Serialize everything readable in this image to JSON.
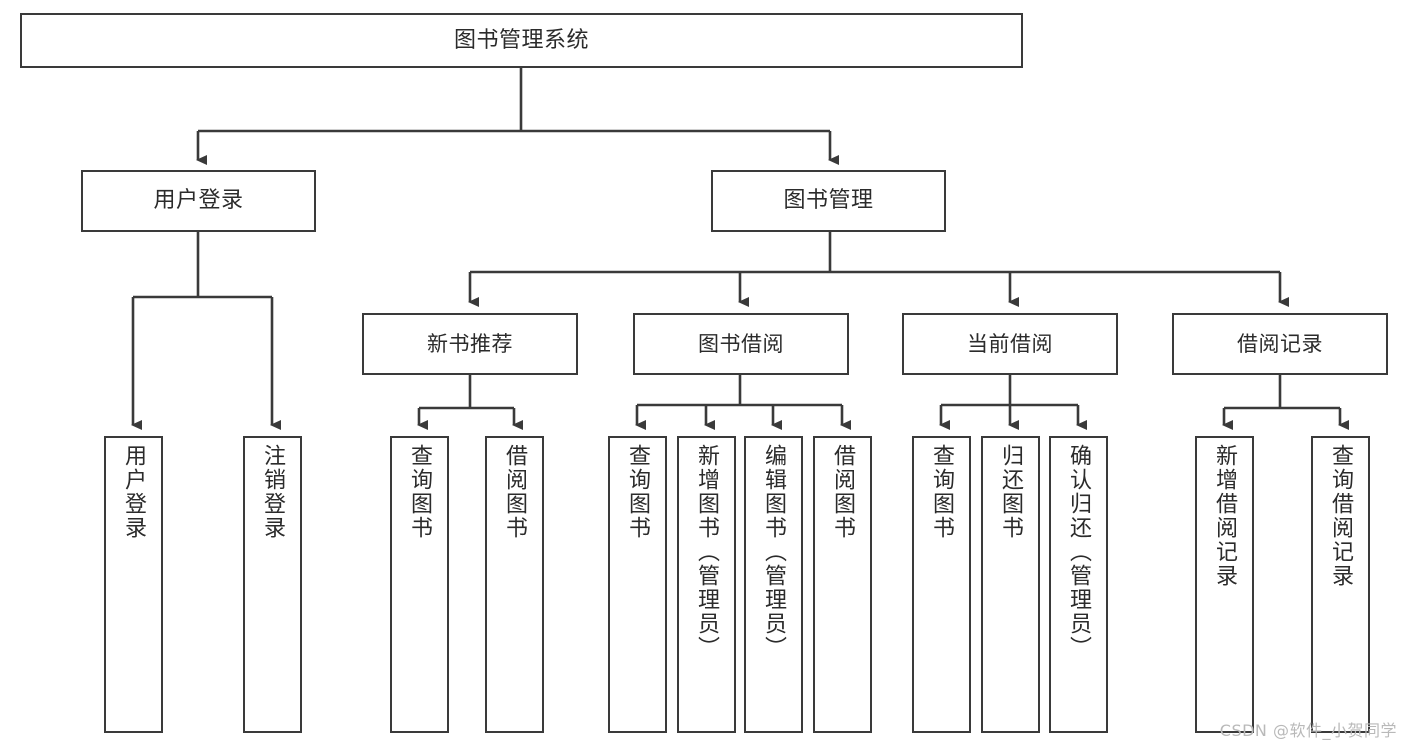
{
  "diagram": {
    "type": "tree-hierarchy",
    "title": "图书管理系统",
    "orientation": "top-down",
    "colors": {
      "box_border": "#3a3a3a",
      "box_fill": "#ffffff",
      "connector": "#3a3a3a",
      "text": "#2b2b2b",
      "watermark": "#b9b9b9",
      "background": "#ffffff"
    },
    "root": {
      "label": "图书管理系统"
    },
    "level1": [
      {
        "label": "用户登录"
      },
      {
        "label": "图书管理"
      }
    ],
    "level2": [
      {
        "label": "新书推荐"
      },
      {
        "label": "图书借阅"
      },
      {
        "label": "当前借阅"
      },
      {
        "label": "借阅记录"
      }
    ],
    "leaves": {
      "user_login": [
        {
          "label": "用户登录"
        },
        {
          "label": "注销登录"
        }
      ],
      "new_book_recommend": [
        {
          "label": "查询图书"
        },
        {
          "label": "借阅图书"
        }
      ],
      "book_borrow": [
        {
          "label": "查询图书"
        },
        {
          "label": "新增图书（管理员）"
        },
        {
          "label": "编辑图书（管理员）"
        },
        {
          "label": "借阅图书"
        }
      ],
      "current_borrow": [
        {
          "label": "查询图书"
        },
        {
          "label": "归还图书"
        },
        {
          "label": "确认归还（管理员）"
        }
      ],
      "borrow_record": [
        {
          "label": "新增借阅记录"
        },
        {
          "label": "查询借阅记录"
        }
      ]
    },
    "watermark": "CSDN @软件_小贺同学"
  }
}
